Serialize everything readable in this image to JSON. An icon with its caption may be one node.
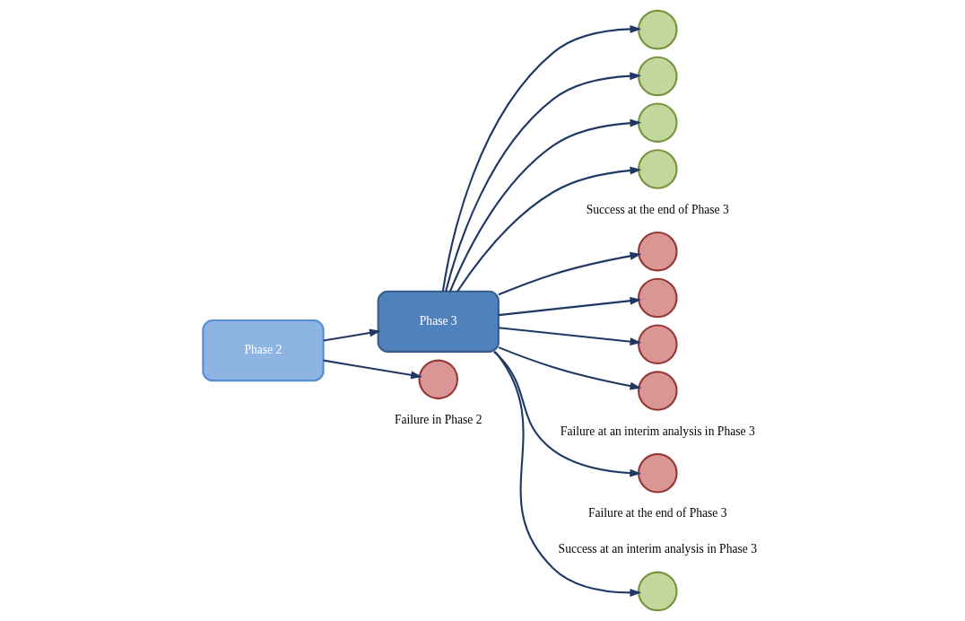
{
  "diagram": {
    "nodes": [
      {
        "text": [
          "Phase 2"
        ]
      },
      {
        "text": [
          "Phase 3"
        ]
      },
      {
        "text": [],
        "shape": "circle"
      },
      {
        "text": [],
        "shape": "circle"
      },
      {
        "text": [],
        "shape": "circle"
      },
      {
        "text": [],
        "shape": "circle"
      },
      {
        "text": [],
        "shape": "circle",
        "beside": [
          "Success at the end of Phase 3"
        ]
      },
      {
        "text": [],
        "shape": "circle",
        "beside": [
          "Failure in Phase 2"
        ]
      },
      {
        "text": [],
        "shape": "circle"
      },
      {
        "text": [],
        "shape": "circle"
      },
      {
        "text": [],
        "shape": "circle"
      },
      {
        "text": [],
        "shape": "circle"
      },
      {
        "text": [],
        "shape": "circle",
        "beside": [
          "Failure at the end of Phase 3"
        ]
      }
    ],
    "edges": [
      {
        "from": 0,
        "to": 1,
        "arrow": "to"
      },
      {
        "from": 0,
        "to": 7,
        "arrow": "to"
      },
      {
        "from": 1,
        "to": 2,
        "arrow": "to"
      },
      {
        "from": 1,
        "to": 3,
        "arrow": "to"
      },
      {
        "from": 1,
        "to": 4,
        "arrow": "to"
      },
      {
        "from": 1,
        "to": 5,
        "arrow": "to"
      },
      {
        "from": 1,
        "to": 6,
        "arrow": "to"
      },
      {
        "from": 1,
        "to": 8,
        "arrow": "to"
      },
      {
        "from": 1,
        "to": 9,
        "arrow": "to"
      },
      {
        "from": 1,
        "to": 10,
        "arrow": "to"
      },
      {
        "from": 1,
        "to": 11,
        "arrow": "to"
      },
      {
        "from": 1,
        "to": 12,
        "arrow": "to"
      }
    ],
    "labels": [
      "Success at an interim analysis in Phase 3",
      "Failure at an interim analysis in Phase 3"
    ]
  }
}
